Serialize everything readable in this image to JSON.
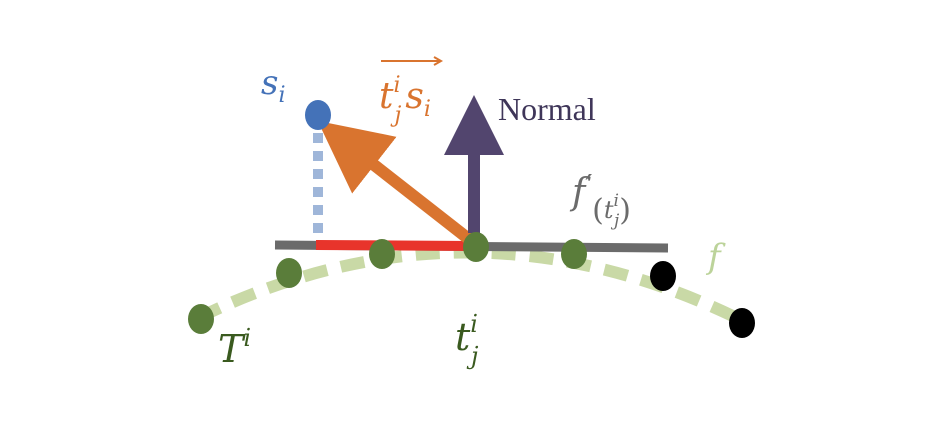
{
  "colors": {
    "curve": "#c9d9a6",
    "green_point": "#5a7d3a",
    "black_point": "#000000",
    "tangent": "#6b6b6b",
    "red_segment": "#e8342b",
    "blue_point": "#4472b8",
    "dashed_drop": "#9fb6d9",
    "orange_arrow": "#d9742f",
    "normal_arrow": "#52456e",
    "label_green": "#3a5a1f",
    "label_blue": "#4472b8",
    "label_orange": "#d9742f",
    "label_gray": "#6b6b6b",
    "label_purple": "#3f3659",
    "label_light_green": "#bcd39a"
  },
  "labels": {
    "s": "s",
    "s_sub": "i",
    "vec_t": "t",
    "vec_t_sup": "i",
    "vec_t_sub": "j",
    "vec_s": "s",
    "vec_s_sub": "i",
    "normal": "Normal",
    "fprime_f": "f",
    "fprime_prime": "′",
    "fprime_open": "(",
    "fprime_t": "t",
    "fprime_t_sup": "i",
    "fprime_t_sub": "j",
    "fprime_close": ")",
    "f": "f",
    "T": "T",
    "T_sup": "i",
    "t": "t",
    "t_sup": "i",
    "t_sub": "j"
  }
}
